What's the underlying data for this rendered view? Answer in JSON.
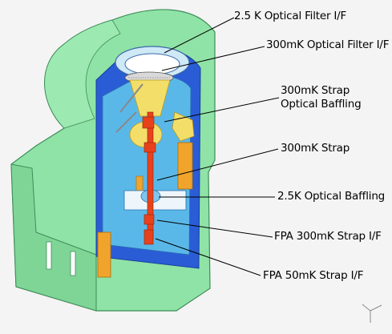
{
  "labels": {
    "optical_filter_2_5k": "2.5 K Optical Filter I/F",
    "optical_filter_300mk": "300mK Optical Filter I/F",
    "strap_baffling_line1": "300mK Strap",
    "strap_baffling_line2": "Optical Baffling",
    "strap_300mk": "300mK Strap",
    "optical_baffling_2_5k": "2.5K Optical Baffling",
    "fpa_300mk_strap": "FPA 300mK Strap I/F",
    "fpa_50mk_strap": "FPA 50mK Strap I/F"
  },
  "colors": {
    "background": "#f4f4f4",
    "housing_green": "#8fe3a6",
    "housing_outline": "#3f8c5a",
    "shield_blue": "#2a5cd6",
    "inner_cyan": "#5ab8e8",
    "baffle_yellow": "#f3de6a",
    "support_orange": "#f1a42b",
    "strap_red": "#e8421c",
    "leader_line": "#000000"
  }
}
